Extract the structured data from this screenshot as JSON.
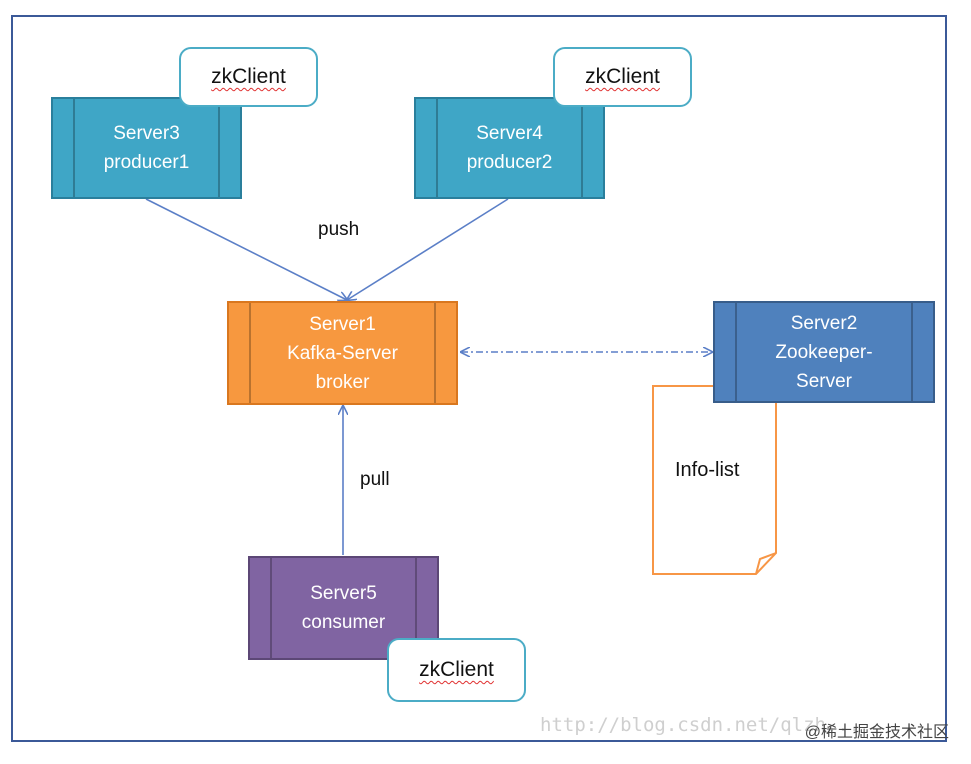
{
  "nodes": {
    "server3": {
      "line1": "Server3",
      "line2": "producer1"
    },
    "server4": {
      "line1": "Server4",
      "line2": "producer2"
    },
    "server1": {
      "line1": "Server1",
      "line2": "Kafka-Server",
      "line3": "broker"
    },
    "server2": {
      "line1": "Server2",
      "line2": "Zookeeper-",
      "line3": "Server"
    },
    "server5": {
      "line1": "Server5",
      "line2": "consumer"
    }
  },
  "zk_clients": [
    "zkClient",
    "zkClient",
    "zkClient"
  ],
  "edges": {
    "push": "push",
    "pull": "pull"
  },
  "document": {
    "label": "Info-list"
  },
  "watermark": "http://blog.csdn.net/qlzh...",
  "credit": "@稀土掘金技术社区",
  "colors": {
    "producer": "#3fa6c6",
    "broker": "#f7983f",
    "zookeeper": "#4f81bd",
    "consumer": "#8064a2",
    "zkclient_border": "#4bacc6",
    "arrow": "#5b7fc7",
    "document_border": "#f79646",
    "frame": "#3b5998"
  }
}
